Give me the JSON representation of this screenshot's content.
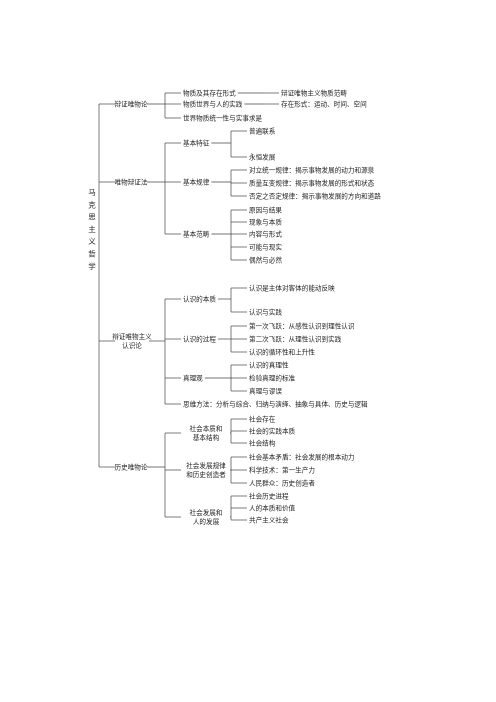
{
  "root": [
    "马",
    "克",
    "思",
    "主",
    "义",
    "哲",
    "学"
  ],
  "branches": [
    {
      "label": [
        "辩证唯物论"
      ],
      "children": [
        {
          "label": [
            "物质及其存在形式"
          ],
          "children": [
            {
              "label": [
                "辩证唯物主义物质范畴"
              ]
            }
          ]
        },
        {
          "label": [
            "物质世界与人的实践"
          ],
          "children": [
            {
              "label": [
                "存在形式：运动、时间、空间"
              ]
            }
          ]
        },
        {
          "label": [
            "世界物质统一性与实事求是"
          ]
        }
      ]
    },
    {
      "label": [
        "唯物辩证法"
      ],
      "children": [
        {
          "label": [
            "基本特征"
          ],
          "children": [
            {
              "label": [
                "普遍联系"
              ]
            },
            {
              "label": [
                "永恒发展"
              ]
            }
          ]
        },
        {
          "label": [
            "基本规律"
          ],
          "children": [
            {
              "label": [
                "对立统一规律：揭示事物发展的动力和源泉"
              ]
            },
            {
              "label": [
                "质量互变规律：揭示事物发展的形式和状态"
              ]
            },
            {
              "label": [
                "否定之否定规律：揭示事物发展的方向和道路"
              ]
            }
          ]
        },
        {
          "label": [
            "基本范畴"
          ],
          "children": [
            {
              "label": [
                "原因与结果"
              ]
            },
            {
              "label": [
                "现象与本质"
              ]
            },
            {
              "label": [
                "内容与形式"
              ]
            },
            {
              "label": [
                "可能与现实"
              ]
            },
            {
              "label": [
                "偶然与必然"
              ]
            }
          ]
        }
      ]
    },
    {
      "label": [
        "辩证唯物主义",
        "认识论"
      ],
      "children": [
        {
          "label": [
            "认识的本质"
          ],
          "children": [
            {
              "label": [
                "认识是主体对客体的能动反映"
              ]
            },
            {
              "label": [
                "认识与实践"
              ]
            }
          ]
        },
        {
          "label": [
            "认识的过程"
          ],
          "children": [
            {
              "label": [
                "第一次飞跃：从感性认识到理性认识"
              ]
            },
            {
              "label": [
                "第二次飞跃：从理性认识到实践"
              ]
            },
            {
              "label": [
                "认识的循环性和上升性"
              ]
            }
          ]
        },
        {
          "label": [
            "真理观"
          ],
          "children": [
            {
              "label": [
                "认识的真理性"
              ]
            },
            {
              "label": [
                "检验真理的标准"
              ]
            },
            {
              "label": [
                "真理与谬误"
              ]
            }
          ]
        },
        {
          "label": [
            "思维方法：分析与综合、归纳与演绎、抽象与具体、历史与逻辑"
          ]
        }
      ]
    },
    {
      "label": [
        "历史唯物论"
      ],
      "children": [
        {
          "label": [
            "社会本质和",
            "基本结构"
          ],
          "children": [
            {
              "label": [
                "社会存在"
              ]
            },
            {
              "label": [
                "社会的实践本质"
              ]
            },
            {
              "label": [
                "社会结构"
              ]
            }
          ]
        },
        {
          "label": [
            "社会发展规律",
            "和历史创造者"
          ],
          "children": [
            {
              "label": [
                "社会基本矛盾：社会发展的根本动力"
              ]
            },
            {
              "label": [
                "科学技术：第一生产力"
              ]
            },
            {
              "label": [
                "人民群众：历史创造者"
              ]
            }
          ]
        },
        {
          "label": [
            "社会发展和",
            "人的发展"
          ],
          "children": [
            {
              "label": [
                "社会历史进程"
              ]
            },
            {
              "label": [
                "人的本质和价值"
              ]
            },
            {
              "label": [
                "共产主义社会"
              ]
            }
          ]
        }
      ]
    }
  ]
}
